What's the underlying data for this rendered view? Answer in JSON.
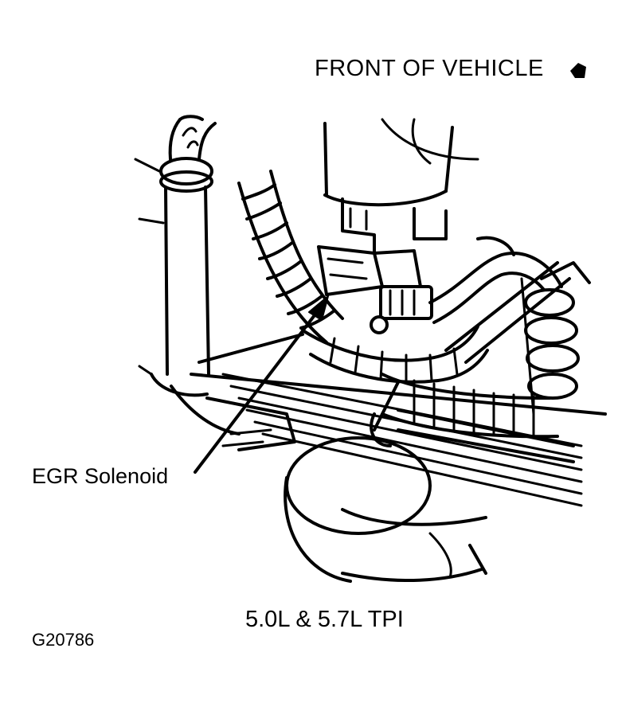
{
  "labels": {
    "orientation": "FRONT OF VEHICLE",
    "callout": "EGR Solenoid",
    "engine": "5.0L & 5.7L TPI",
    "figure_id": "G20786"
  },
  "colors": {
    "ink": "#000000",
    "paper": "#ffffff"
  },
  "icons": {
    "front_marker": "front-direction-marker-icon"
  }
}
